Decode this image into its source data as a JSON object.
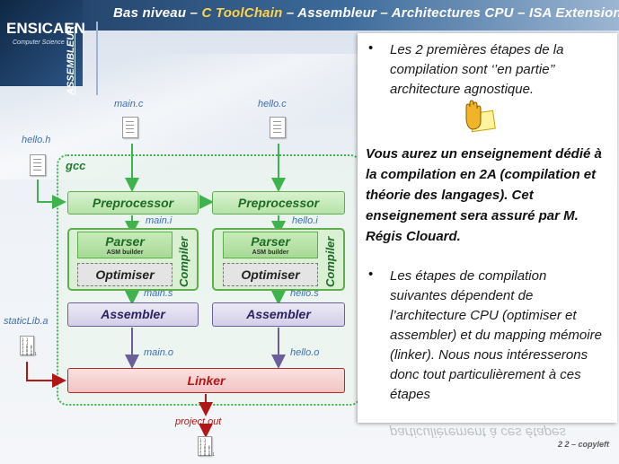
{
  "header": {
    "title_prefix": "Bas niveau – ",
    "title_highlight": "C ToolChain",
    "title_suffix": " – Assembleur – Architectures CPU – ISA Extensions",
    "section": "ASSEMBLEUR"
  },
  "logo": {
    "name": "ENSICAEN",
    "subtitle": "Computer Science"
  },
  "diagram": {
    "gcc_label": "gcc",
    "files": {
      "main_c": "main.c",
      "hello_c": "hello.c",
      "hello_h": "hello.h",
      "static_lib": "staticLib.a",
      "project_out": "project.out"
    },
    "intermediate": {
      "main_i": "main.i",
      "hello_i": "hello.i",
      "main_s": "main.s",
      "hello_s": "hello.s",
      "main_o": "main.o",
      "hello_o": "hello.o"
    },
    "stages": {
      "preprocessor": "Preprocessor",
      "parser": "Parser",
      "asm_builder": "ASM builder",
      "optimiser": "Optimiser",
      "compiler": "Compiler",
      "assembler": "Assembler",
      "linker": "Linker"
    },
    "binary_text": "1 1\n1 1\n1 0 0\n1 0 1\n1 0 0 1"
  },
  "panel": {
    "bullet_char": "•",
    "bullet1": "Les 2 premières étapes de la compilation sont ‘’en partie’’ architecture agnostique.",
    "note_icon": "hand-stop-note-icon",
    "bold_note": "Vous aurez un enseignement dédié à la compilation en 2A (compilation et théorie des langages). Cet enseignement sera assuré par M. Régis Clouard.",
    "bullet2": "Les étapes de compilation suivantes dépendent de l’architecture CPU (optimiser et assembler) et du mapping mémoire (linker). Nous nous intéresserons donc tout particulièrement à ces étapes",
    "reflection": "particulièrement à ces étapes",
    "page_number": "2 2 – copyleft"
  },
  "colors": {
    "green": "#3cb44b",
    "purple": "#6a5f9a",
    "red": "#b01818",
    "blue_label": "#3d6fb0",
    "header": "#1e3a5f"
  }
}
